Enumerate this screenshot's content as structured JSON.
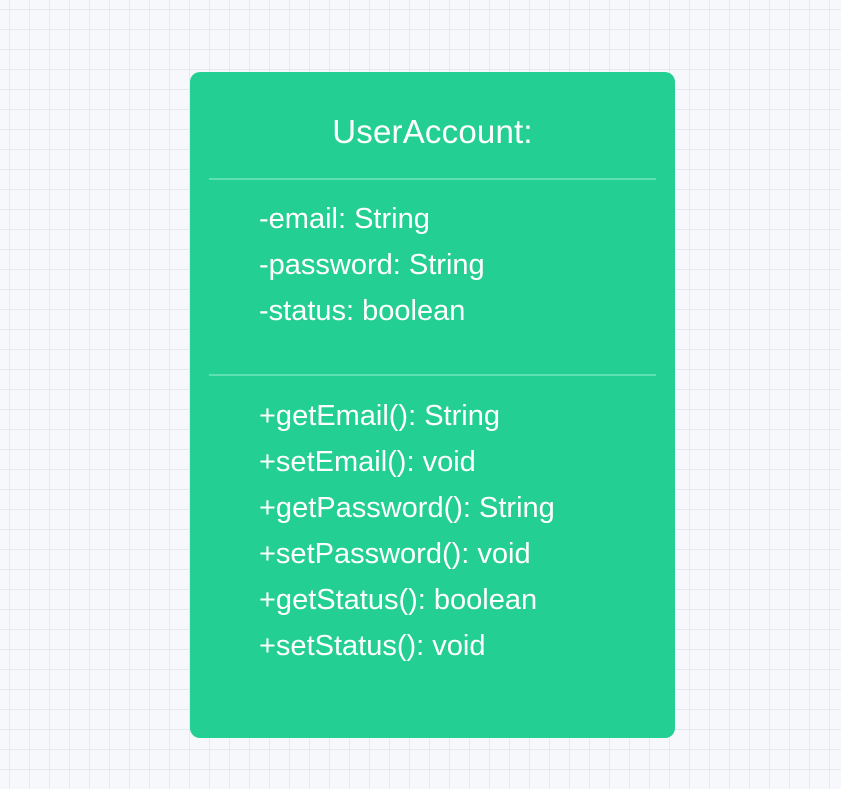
{
  "class": {
    "name": "UserAccount:",
    "color": "#23cf93",
    "attributes": [
      "-email: String",
      "-password: String",
      "-status: boolean"
    ],
    "methods": [
      "+getEmail(): String",
      "+setEmail(): void",
      "+getPassword(): String",
      "+setPassword(): void",
      "+getStatus(): boolean",
      "+setStatus(): void"
    ]
  }
}
